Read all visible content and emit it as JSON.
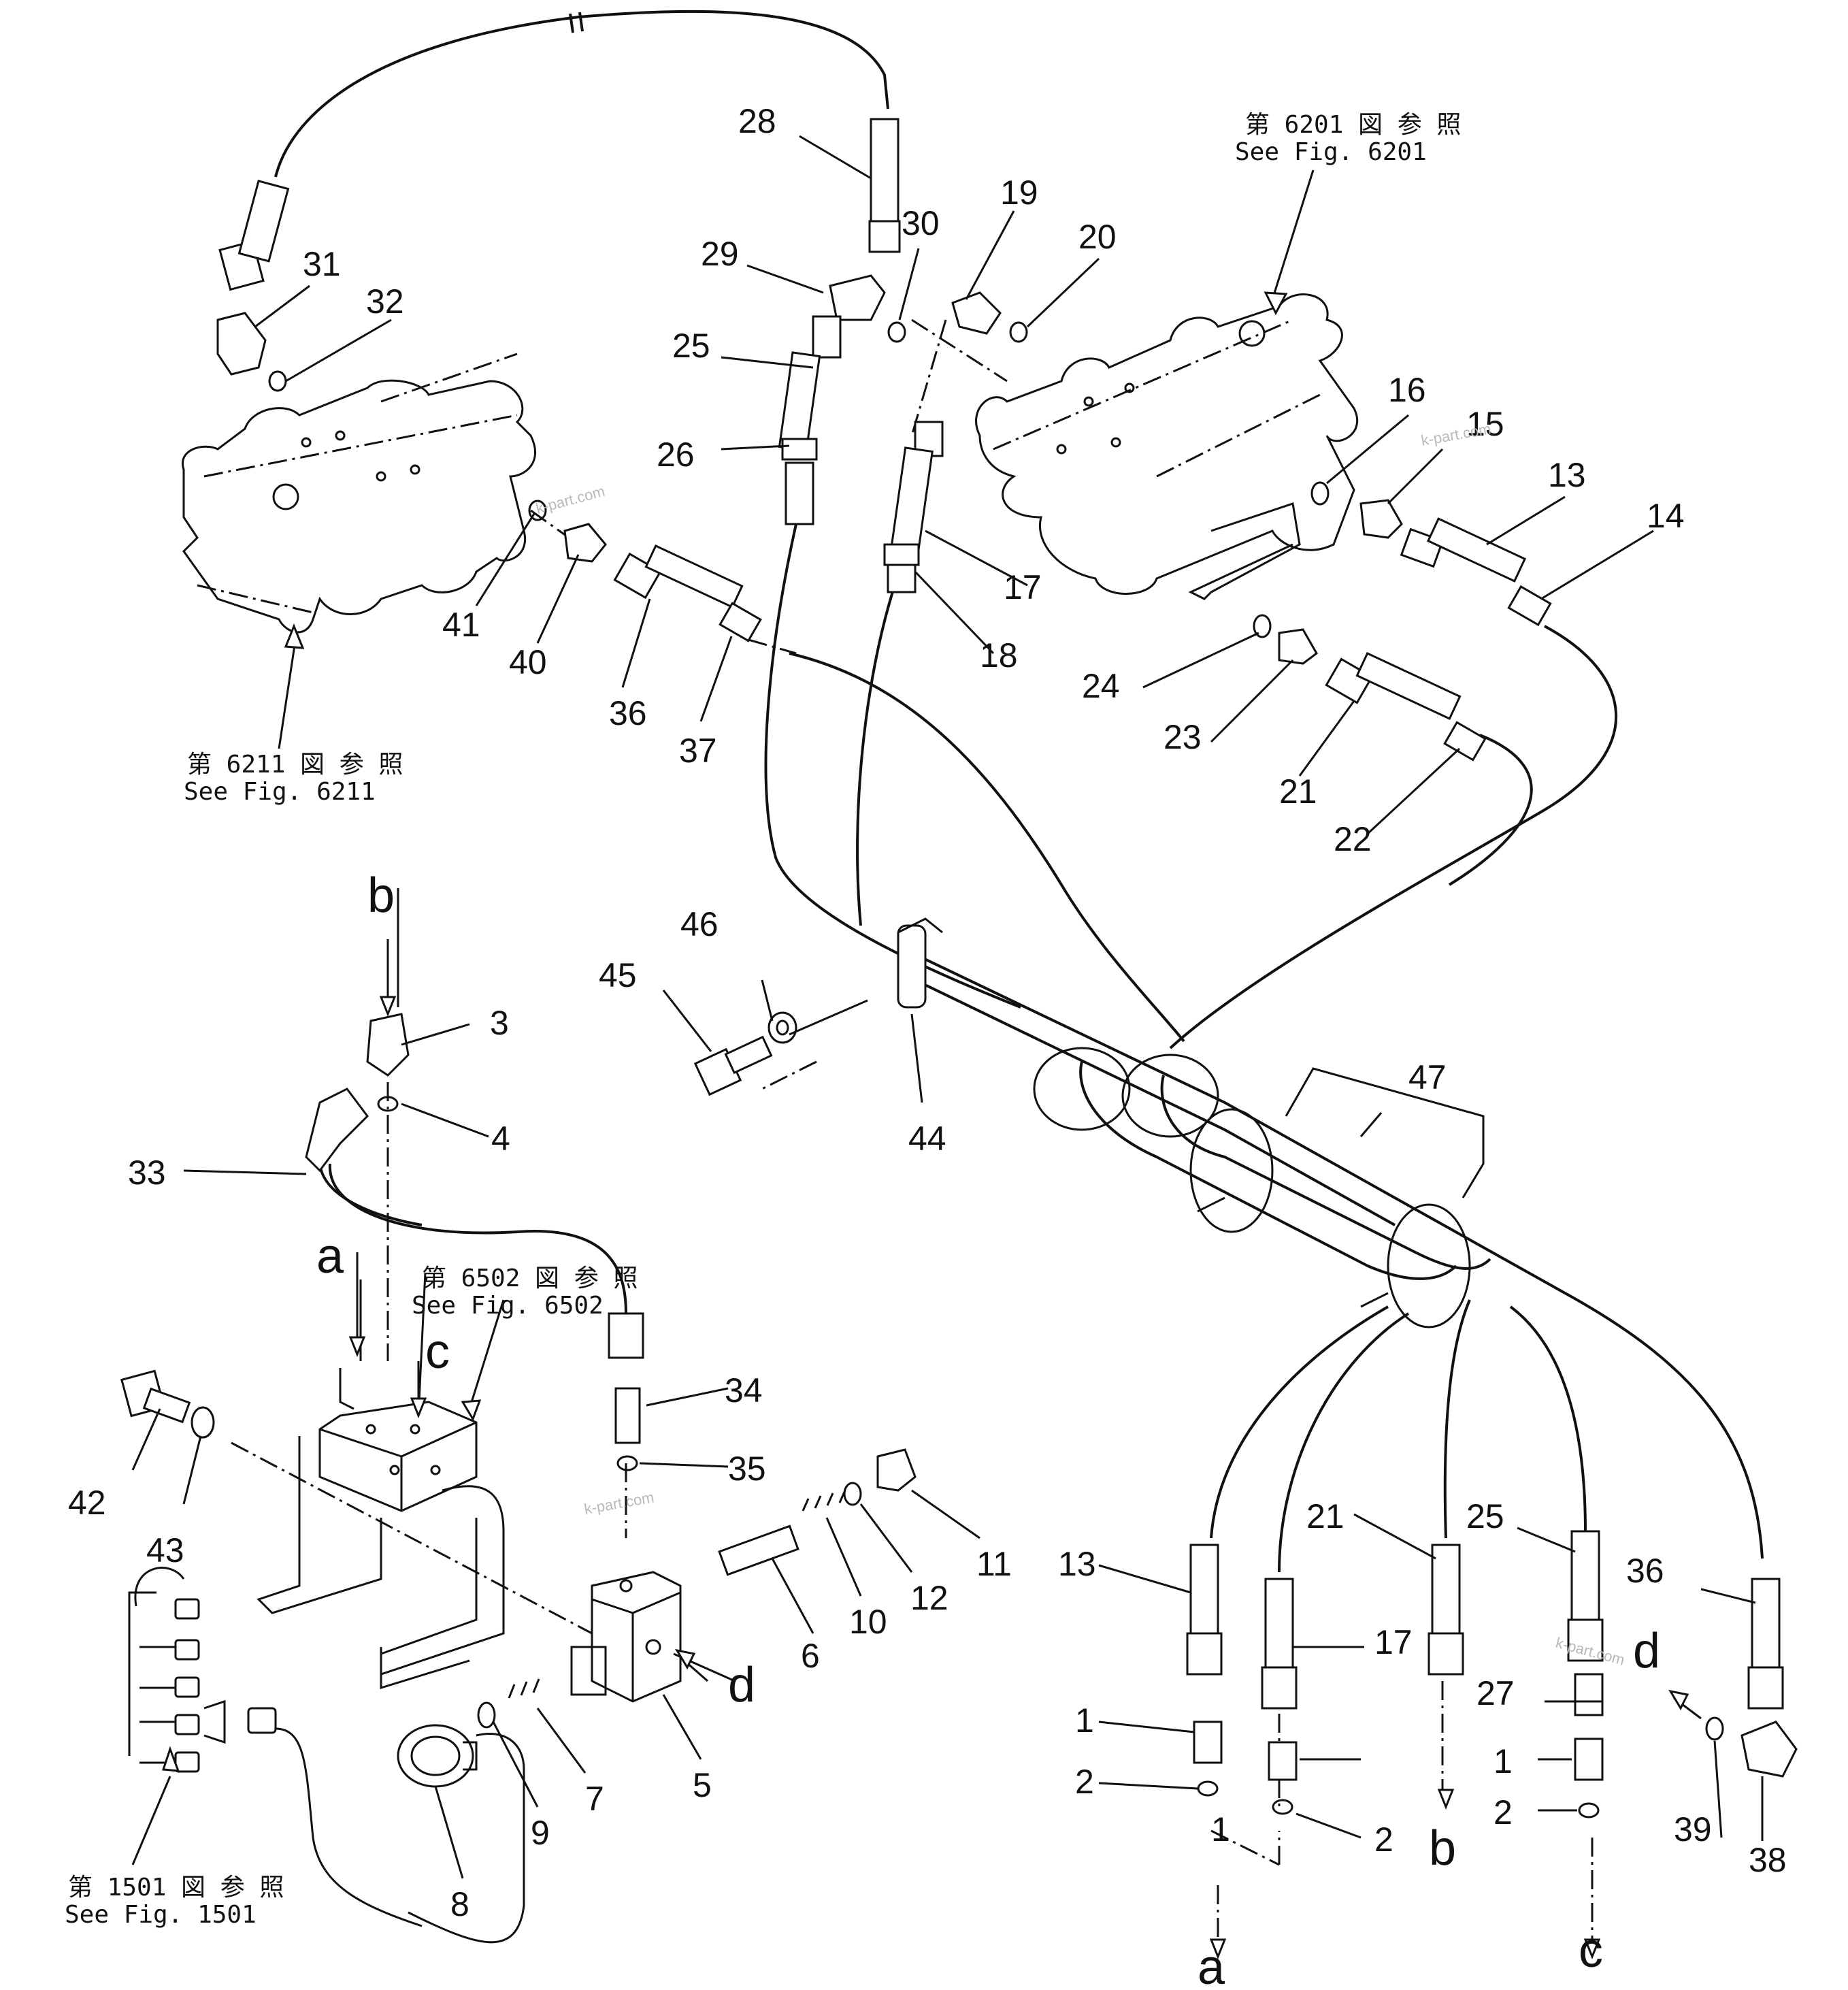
{
  "diagram": {
    "callouts": [
      "1",
      "2",
      "3",
      "4",
      "5",
      "6",
      "7",
      "8",
      "9",
      "10",
      "11",
      "12",
      "13",
      "14",
      "15",
      "16",
      "17",
      "18",
      "19",
      "20",
      "21",
      "22",
      "23",
      "24",
      "25",
      "26",
      "27",
      "28",
      "29",
      "30",
      "31",
      "32",
      "33",
      "34",
      "35",
      "36",
      "37",
      "38",
      "39",
      "40",
      "41",
      "42",
      "43",
      "44",
      "45",
      "46",
      "47"
    ],
    "port_letters": [
      "a",
      "b",
      "c",
      "d"
    ],
    "references": [
      {
        "jp": "第 6201 図 参 照",
        "en": "See Fig. 6201"
      },
      {
        "jp": "第 6211 図 参 照",
        "en": "See Fig. 6211"
      },
      {
        "jp": "第 6502 図 参 照",
        "en": "See Fig. 6502"
      },
      {
        "jp": "第 1501 図 参 照",
        "en": "See Fig. 1501"
      }
    ],
    "watermark": "k-part.com"
  }
}
